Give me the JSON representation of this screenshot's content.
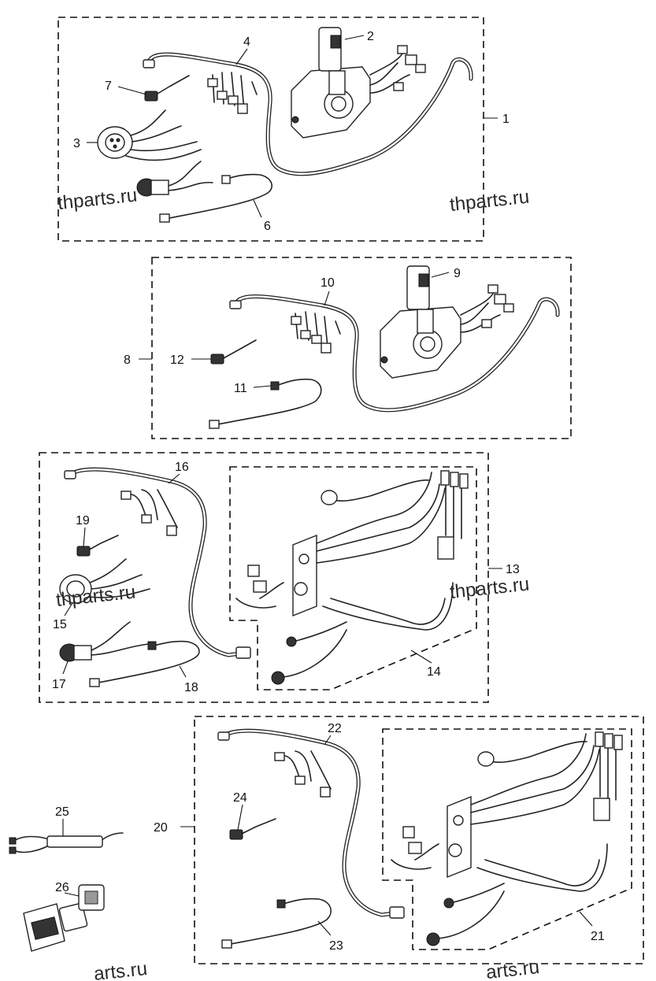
{
  "callouts": {
    "c1": "1",
    "c2": "2",
    "c3": "3",
    "c4": "4",
    "c6": "6",
    "c7": "7",
    "c8": "8",
    "c9": "9",
    "c10": "10",
    "c11": "11",
    "c12": "12",
    "c13": "13",
    "c14": "14",
    "c15": "15",
    "c16": "16",
    "c17": "17",
    "c18": "18",
    "c19": "19",
    "c20": "20",
    "c21": "21",
    "c22": "22",
    "c23": "23",
    "c24": "24",
    "c25": "25",
    "c26": "26"
  },
  "watermarks": {
    "w1": "thparts.ru",
    "w2": "thparts.ru",
    "w3": "thparts.ru",
    "w4": "thparts.ru",
    "w5": "arts.ru",
    "w6": "arts.ru"
  },
  "colors": {
    "line": "#222222",
    "background": "#ffffff"
  }
}
